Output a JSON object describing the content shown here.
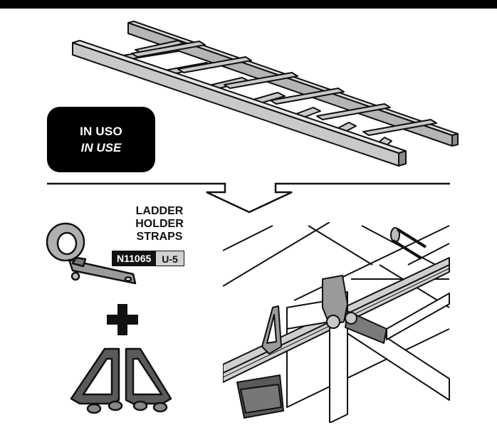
{
  "status": {
    "line1": "IN USO",
    "line2": "IN USE"
  },
  "product": {
    "title_lines": [
      "LADDER",
      "HOLDER",
      "STRAPS"
    ],
    "code_primary": "N11065",
    "code_secondary": "U-5"
  },
  "colors": {
    "ladder_fill": "#c9c9c9",
    "ladder_dark": "#8c8c8c",
    "outline": "#111111",
    "badge": "#000000",
    "tag_secondary": "#d2d2d2"
  },
  "icons": [
    "ladder-illustration",
    "strap-illustration",
    "plus-icon",
    "bracket-illustration",
    "roof-rack-detail-illustration",
    "arrow-down-icon"
  ]
}
